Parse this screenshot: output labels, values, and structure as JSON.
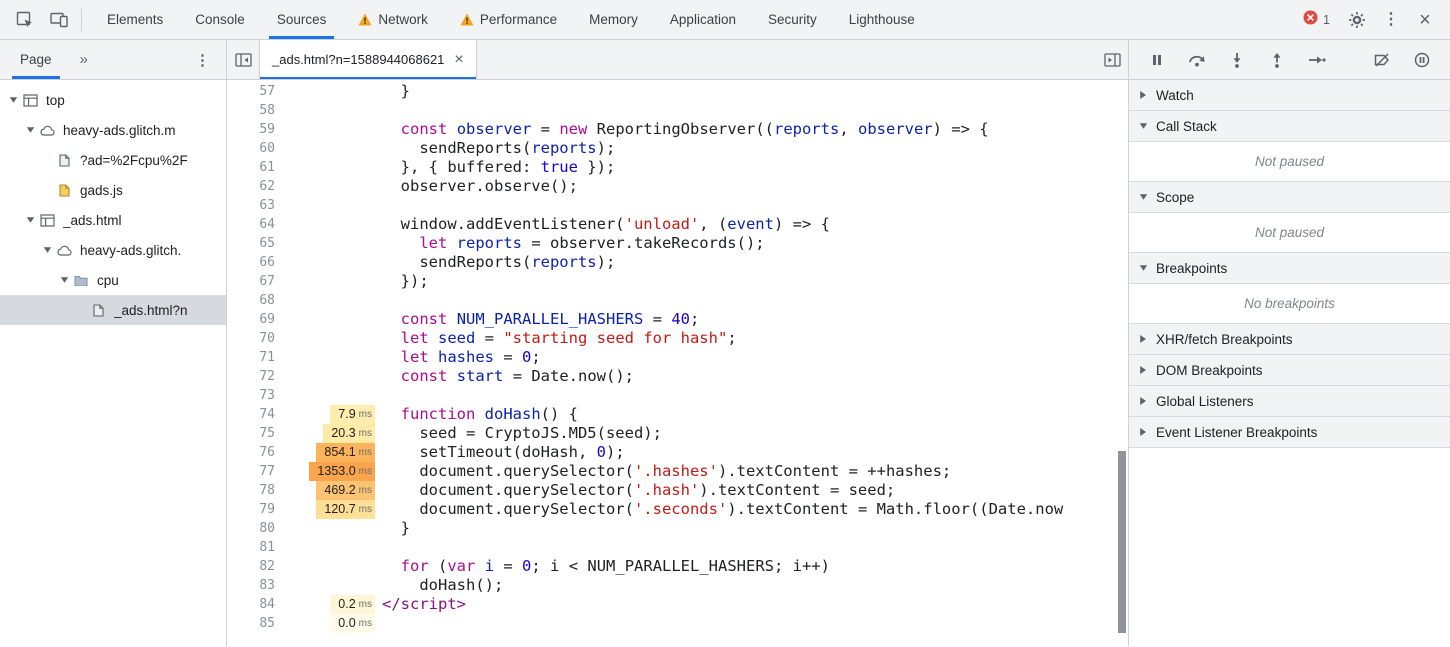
{
  "colors": {
    "accent": "#1a73e8",
    "toolbar_bg": "#f1f3f4",
    "warning": "#f5a623",
    "error": "#e04a3f",
    "selected_row": "#d6d9dd"
  },
  "topbar": {
    "left_icons": [
      "inspect",
      "device-toolbar"
    ],
    "tabs": [
      {
        "label": "Elements"
      },
      {
        "label": "Console"
      },
      {
        "label": "Sources",
        "active": true
      },
      {
        "label": "Network",
        "warning": true
      },
      {
        "label": "Performance",
        "warning": true
      },
      {
        "label": "Memory"
      },
      {
        "label": "Application"
      },
      {
        "label": "Security"
      },
      {
        "label": "Lighthouse"
      }
    ],
    "error_count": "1",
    "menu_symbol": "⋮",
    "close_symbol": "×"
  },
  "navigator": {
    "tab_label": "Page",
    "overflow_symbol": "»",
    "menu_symbol": "⋮",
    "tree": [
      {
        "label": "top",
        "icon": "frame",
        "depth": 0,
        "expandable": true
      },
      {
        "label": "heavy-ads.glitch.m",
        "icon": "cloud",
        "depth": 1,
        "expandable": true
      },
      {
        "label": "?ad=%2Fcpu%2F",
        "icon": "file",
        "depth": 2,
        "expandable": false
      },
      {
        "label": "gads.js",
        "icon": "file-js",
        "depth": 2,
        "expandable": false
      },
      {
        "label": "_ads.html",
        "icon": "frame",
        "depth": 1,
        "expandable": true
      },
      {
        "label": "heavy-ads.glitch.",
        "icon": "cloud",
        "depth": 2,
        "expandable": true
      },
      {
        "label": "cpu",
        "icon": "folder",
        "depth": 3,
        "expandable": true
      },
      {
        "label": "_ads.html?n",
        "icon": "file",
        "depth": 4,
        "expandable": false,
        "selected": true
      }
    ]
  },
  "editor": {
    "tab_title": "_ads.html?n=1588944068621",
    "tab_close": "×",
    "ms_unit": "ms",
    "lines": [
      {
        "n": 57,
        "t": [
          [
            "plain",
            "  }"
          ]
        ]
      },
      {
        "n": 58,
        "t": []
      },
      {
        "n": 59,
        "t": [
          [
            "plain",
            "  "
          ],
          [
            "kw",
            "const"
          ],
          [
            "plain",
            " "
          ],
          [
            "def",
            "observer"
          ],
          [
            "plain",
            " = "
          ],
          [
            "kw",
            "new"
          ],
          [
            "plain",
            " ReportingObserver(("
          ],
          [
            "def",
            "reports"
          ],
          [
            "plain",
            ", "
          ],
          [
            "def",
            "observer"
          ],
          [
            "plain",
            ") => {"
          ]
        ]
      },
      {
        "n": 60,
        "t": [
          [
            "plain",
            "    sendReports("
          ],
          [
            "def",
            "reports"
          ],
          [
            "plain",
            ");"
          ]
        ]
      },
      {
        "n": 61,
        "t": [
          [
            "plain",
            "  }, { buffered: "
          ],
          [
            "num",
            "true"
          ],
          [
            "plain",
            " });"
          ]
        ]
      },
      {
        "n": 62,
        "t": [
          [
            "plain",
            "  observer.observe();"
          ]
        ]
      },
      {
        "n": 63,
        "t": []
      },
      {
        "n": 64,
        "t": [
          [
            "plain",
            "  window.addEventListener("
          ],
          [
            "str",
            "'unload'"
          ],
          [
            "plain",
            ", ("
          ],
          [
            "def",
            "event"
          ],
          [
            "plain",
            ") => {"
          ]
        ]
      },
      {
        "n": 65,
        "t": [
          [
            "plain",
            "    "
          ],
          [
            "kw",
            "let"
          ],
          [
            "plain",
            " "
          ],
          [
            "def",
            "reports"
          ],
          [
            "plain",
            " = observer.takeRecords();"
          ]
        ]
      },
      {
        "n": 66,
        "t": [
          [
            "plain",
            "    sendReports("
          ],
          [
            "def",
            "reports"
          ],
          [
            "plain",
            ");"
          ]
        ]
      },
      {
        "n": 67,
        "t": [
          [
            "plain",
            "  });"
          ]
        ]
      },
      {
        "n": 68,
        "t": []
      },
      {
        "n": 69,
        "t": [
          [
            "plain",
            "  "
          ],
          [
            "kw",
            "const"
          ],
          [
            "plain",
            " "
          ],
          [
            "def",
            "NUM_PARALLEL_HASHERS"
          ],
          [
            "plain",
            " = "
          ],
          [
            "num",
            "40"
          ],
          [
            "plain",
            ";"
          ]
        ]
      },
      {
        "n": 70,
        "t": [
          [
            "plain",
            "  "
          ],
          [
            "kw",
            "let"
          ],
          [
            "plain",
            " "
          ],
          [
            "def",
            "seed"
          ],
          [
            "plain",
            " = "
          ],
          [
            "str",
            "\"starting seed for hash\""
          ],
          [
            "plain",
            ";"
          ]
        ]
      },
      {
        "n": 71,
        "t": [
          [
            "plain",
            "  "
          ],
          [
            "kw",
            "let"
          ],
          [
            "plain",
            " "
          ],
          [
            "def",
            "hashes"
          ],
          [
            "plain",
            " = "
          ],
          [
            "num",
            "0"
          ],
          [
            "plain",
            ";"
          ]
        ]
      },
      {
        "n": 72,
        "t": [
          [
            "plain",
            "  "
          ],
          [
            "kw",
            "const"
          ],
          [
            "plain",
            " "
          ],
          [
            "def",
            "start"
          ],
          [
            "plain",
            " = Date.now();"
          ]
        ]
      },
      {
        "n": 73,
        "t": []
      },
      {
        "n": 74,
        "ms": "7.9",
        "heat": "#ffedad",
        "t": [
          [
            "plain",
            "  "
          ],
          [
            "kw",
            "function"
          ],
          [
            "plain",
            " "
          ],
          [
            "def",
            "doHash"
          ],
          [
            "plain",
            "() {"
          ]
        ]
      },
      {
        "n": 75,
        "ms": "20.3",
        "heat": "#ffeaa8",
        "t": [
          [
            "plain",
            "    seed = CryptoJS.MD5(seed);"
          ]
        ]
      },
      {
        "n": 76,
        "ms": "854.1",
        "heat": "#fbb45c",
        "t": [
          [
            "plain",
            "    setTimeout(doHash, "
          ],
          [
            "num",
            "0"
          ],
          [
            "plain",
            ");"
          ]
        ]
      },
      {
        "n": 77,
        "ms": "1353.0",
        "heat": "#faa44c",
        "t": [
          [
            "plain",
            "    document.querySelector("
          ],
          [
            "str",
            "'.hashes'"
          ],
          [
            "plain",
            ").textContent = ++hashes;"
          ]
        ]
      },
      {
        "n": 78,
        "ms": "469.2",
        "heat": "#fcc472",
        "t": [
          [
            "plain",
            "    document.querySelector("
          ],
          [
            "str",
            "'.hash'"
          ],
          [
            "plain",
            ").textContent = seed;"
          ]
        ]
      },
      {
        "n": 79,
        "ms": "120.7",
        "heat": "#ffdf96",
        "t": [
          [
            "plain",
            "    document.querySelector("
          ],
          [
            "str",
            "'.seconds'"
          ],
          [
            "plain",
            ").textContent = Math.floor((Date.now"
          ]
        ]
      },
      {
        "n": 80,
        "t": [
          [
            "plain",
            "  }"
          ]
        ]
      },
      {
        "n": 81,
        "t": []
      },
      {
        "n": 82,
        "t": [
          [
            "plain",
            "  "
          ],
          [
            "kw",
            "for"
          ],
          [
            "plain",
            " ("
          ],
          [
            "kw",
            "var"
          ],
          [
            "plain",
            " "
          ],
          [
            "def",
            "i"
          ],
          [
            "plain",
            " = "
          ],
          [
            "num",
            "0"
          ],
          [
            "plain",
            "; i < NUM_PARALLEL_HASHERS; i++)"
          ]
        ]
      },
      {
        "n": 83,
        "t": [
          [
            "plain",
            "    doHash();"
          ]
        ]
      },
      {
        "n": 84,
        "ms": "0.2",
        "heat": "#fff6d8",
        "t": [
          [
            "tag",
            "</script>"
          ]
        ]
      },
      {
        "n": 85,
        "ms": "0.0",
        "heat": "#fffbe9",
        "t": []
      }
    ]
  },
  "debugger": {
    "toolbar_icons": [
      "pause",
      "step-over",
      "step-into",
      "step-out",
      "step",
      "deactivate-breakpoints",
      "pause-on-exceptions"
    ],
    "sections": [
      {
        "label": "Watch",
        "collapsed": true
      },
      {
        "label": "Call Stack",
        "collapsed": false,
        "content": "Not paused"
      },
      {
        "label": "Scope",
        "collapsed": false,
        "content": "Not paused"
      },
      {
        "label": "Breakpoints",
        "collapsed": false,
        "content": "No breakpoints"
      },
      {
        "label": "XHR/fetch Breakpoints",
        "collapsed": true
      },
      {
        "label": "DOM Breakpoints",
        "collapsed": true
      },
      {
        "label": "Global Listeners",
        "collapsed": true
      },
      {
        "label": "Event Listener Breakpoints",
        "collapsed": true
      }
    ]
  }
}
